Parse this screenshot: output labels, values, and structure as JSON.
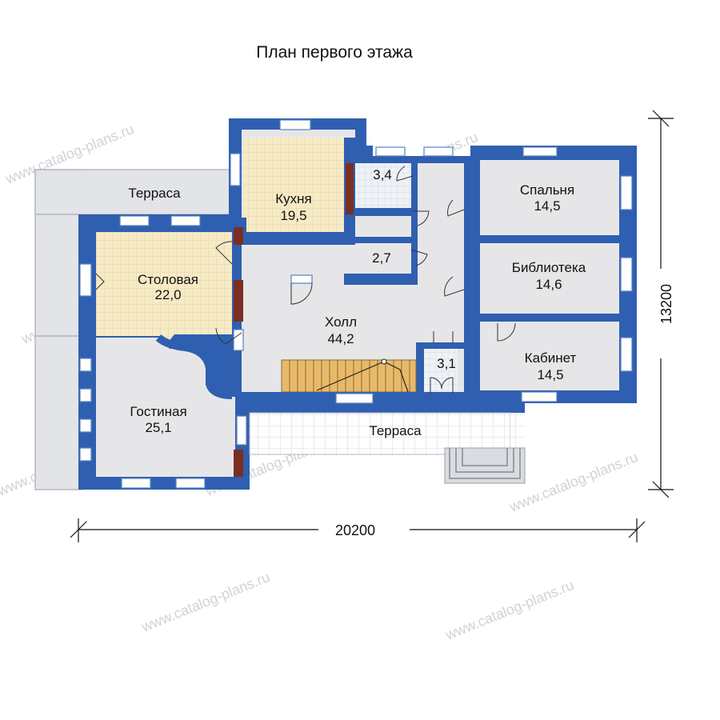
{
  "title": "План первого этажа",
  "rooms": [
    {
      "name": "Терраса",
      "area": ""
    },
    {
      "name": "Кухня",
      "area": "19,5"
    },
    {
      "name": "",
      "area": "3,4"
    },
    {
      "name": "",
      "area": "2,7"
    },
    {
      "name": "Спальня",
      "area": "14,5"
    },
    {
      "name": "Столовая",
      "area": "22,0"
    },
    {
      "name": "Библиотека",
      "area": "14,6"
    },
    {
      "name": "Холл",
      "area": "44,2"
    },
    {
      "name": "",
      "area": "3,1"
    },
    {
      "name": "Кабинет",
      "area": "14,5"
    },
    {
      "name": "Гостиная",
      "area": "25,1"
    },
    {
      "name": "Терраса",
      "area": ""
    }
  ],
  "dimensions": {
    "width": "20200",
    "depth": "13200"
  },
  "watermark": "www.catalog-plans.ru",
  "colors": {
    "wall": "#2f5fb0",
    "wall_light": "#8db3e8",
    "floor": "#e6e6e8",
    "tile": "#f6e9c2",
    "terrace": "#e2e4e8",
    "stair": "#e8b96a",
    "chimney": "#7a2f22"
  }
}
